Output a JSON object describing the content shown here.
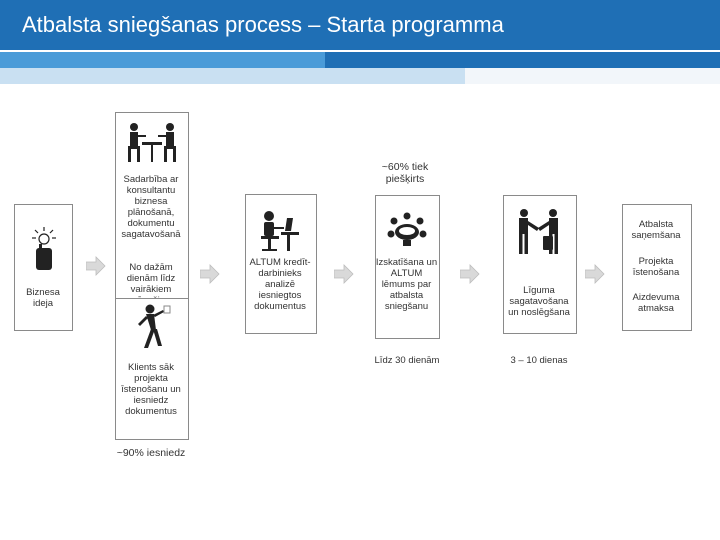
{
  "header": {
    "title": "Atbalsta sniegšanas process – Starta programma"
  },
  "steps": {
    "idea": {
      "label": "Biznesa ideja"
    },
    "cooperation": {
      "label": "Sadarbība ar konsultantu biznesa plānošanā, dokumentu sagatavošanā",
      "duration": "No dažām dienām līdz vairākiem mēnešiem"
    },
    "submit": {
      "label": "Klients sāk projekta īstenošanu un iesniedz dokumentus",
      "note": "~90% iesniedz"
    },
    "analysis": {
      "label": "ALTUM kredīt-darbinieks analizē iesniegtos dokumentus"
    },
    "decision": {
      "label": "Izskatīšana un ALTUM lēmums par atbalsta sniegšanu",
      "note": "~60% tiek piešķirts",
      "duration": "Līdz 30 dienām"
    },
    "contract": {
      "label": "Līguma sagatavošana un noslēgšana",
      "duration": "3 – 10 dienas"
    },
    "final": {
      "label1": "Atbalsta saņemšana",
      "label2": "Projekta īstenošana",
      "label3": "Aizdevuma atmaksa"
    }
  },
  "icons": [
    "lightbulb-hand-icon",
    "meeting-icon",
    "walking-person-icon",
    "office-worker-icon",
    "round-table-icon",
    "handshake-icon",
    "arrow-icon"
  ],
  "colors": {
    "header": "#1f6fb5",
    "stripe_light": "#4a9bd8",
    "stripe_pale": "#c9e0f2",
    "border": "#8a8a8a",
    "arrow": "#d9d9d9"
  }
}
